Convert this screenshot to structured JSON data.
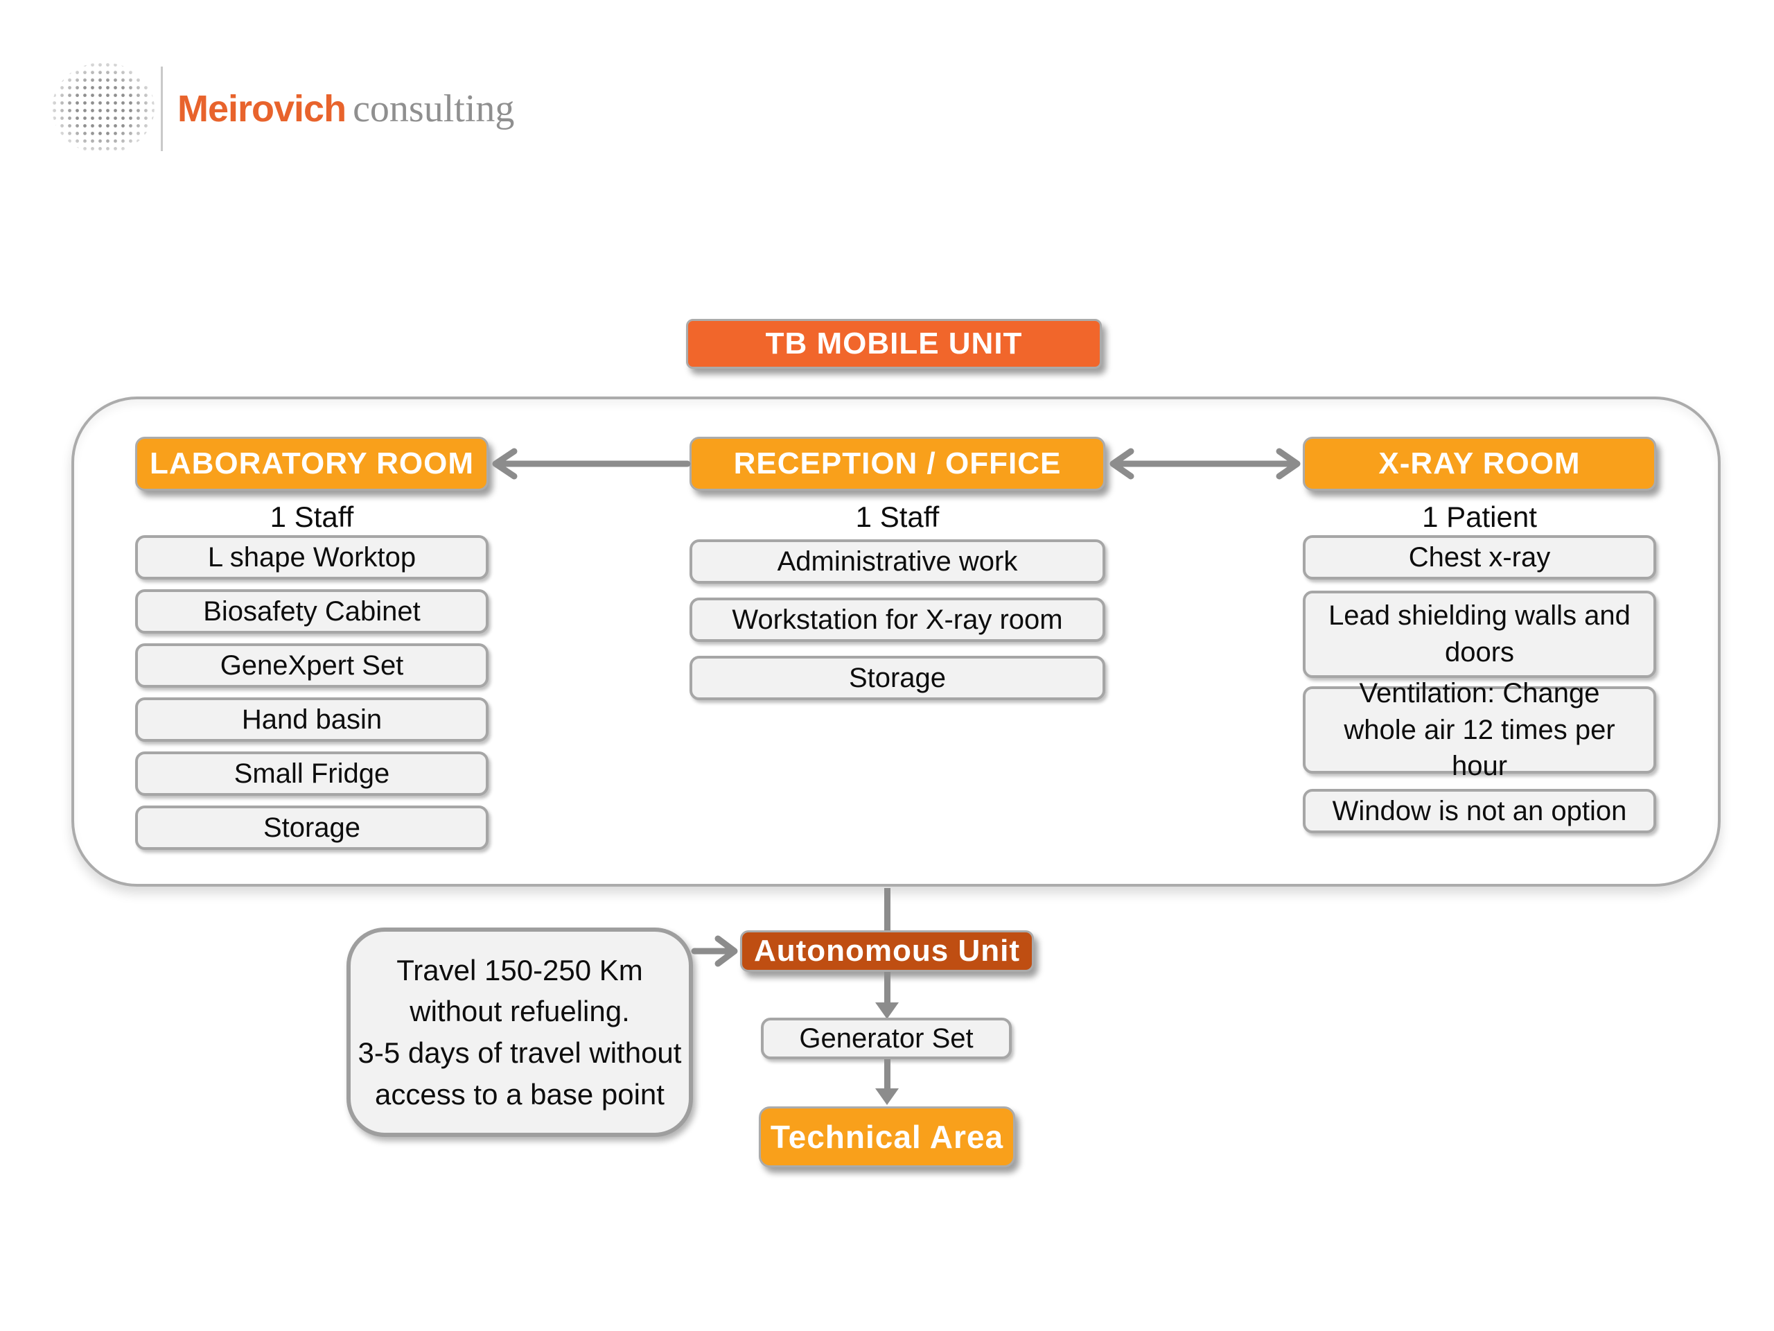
{
  "logo": {
    "brand_bold": "Meirovich",
    "brand_light": "consulting"
  },
  "title_box": {
    "label": "TB MOBILE UNIT"
  },
  "unit": {
    "columns": [
      {
        "header": "LABORATORY ROOM",
        "capacity": "1 Staff",
        "items": [
          "L shape Worktop",
          "Biosafety Cabinet",
          "GeneXpert Set",
          "Hand basin",
          "Small Fridge",
          "Storage"
        ]
      },
      {
        "header": "RECEPTION / OFFICE",
        "capacity": "1 Staff",
        "items": [
          "Administrative work",
          "Workstation for X-ray room",
          "Storage"
        ]
      },
      {
        "header": "X-RAY ROOM",
        "capacity": "1 Patient",
        "items": [
          "Chest x-ray",
          "Lead shielding walls and doors",
          "Ventilation: Change whole air 12 times per hour",
          "Window is not an option"
        ]
      }
    ]
  },
  "flow": {
    "note_lines": [
      "Travel 150-250 Km",
      "without refueling.",
      "3-5 days of travel without",
      "access to a base point"
    ],
    "autonomous": "Autonomous Unit",
    "generator": "Generator Set",
    "technical": "Technical Area"
  },
  "colors": {
    "tb_orange": "#F1662B",
    "room_orange": "#F9A01B",
    "autonomous_rust": "#BF4E12",
    "item_fill": "#F2F2F2",
    "border_gray": "#A6A6A6",
    "arrow_gray": "#8C8C8C",
    "logo_orange": "#E8632C",
    "logo_gray": "#8F8F8F"
  }
}
